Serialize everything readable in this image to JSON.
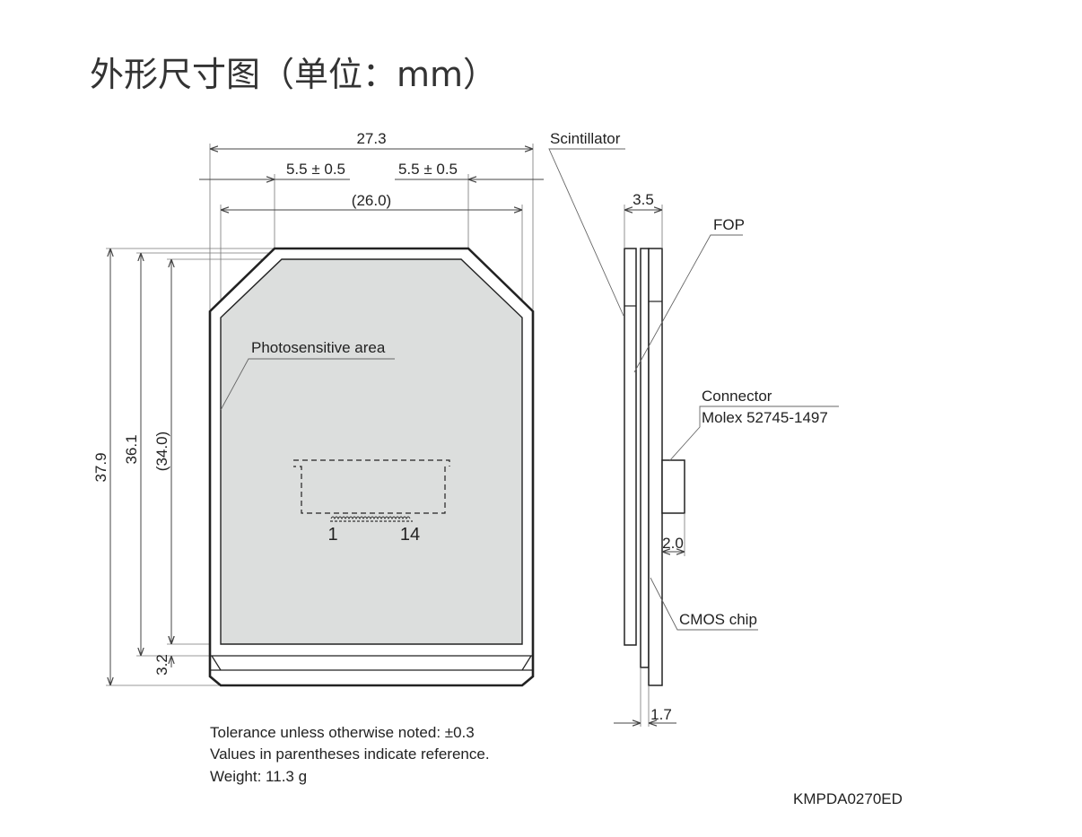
{
  "title": "外形尺寸图（单位：mm）",
  "front_view": {
    "dims": {
      "overall_width": "27.3",
      "left_chamfer": "5.5 ± 0.5",
      "right_chamfer": "5.5 ± 0.5",
      "area_width": "(26.0)",
      "overall_height": "37.9",
      "height_36": "36.1",
      "area_height": "(34.0)",
      "bottom_margin": "3.2"
    },
    "photosensitive_label": "Photosensitive area",
    "pin_first": "1",
    "pin_last": "14"
  },
  "side_view": {
    "scintillator_label": "Scintillator",
    "fop_label": "FOP",
    "connector_label": "Connector",
    "connector_part": "Molex 52745-1497",
    "cmos_label": "CMOS chip",
    "dim_thickness": "3.5",
    "dim_connector": "2.0",
    "dim_board": "1.7"
  },
  "notes": [
    "Tolerance unless otherwise noted: ±0.3",
    "Values in parentheses indicate reference.",
    "Weight: 11.3 g"
  ],
  "drawing_code": "KMPDA0270ED"
}
